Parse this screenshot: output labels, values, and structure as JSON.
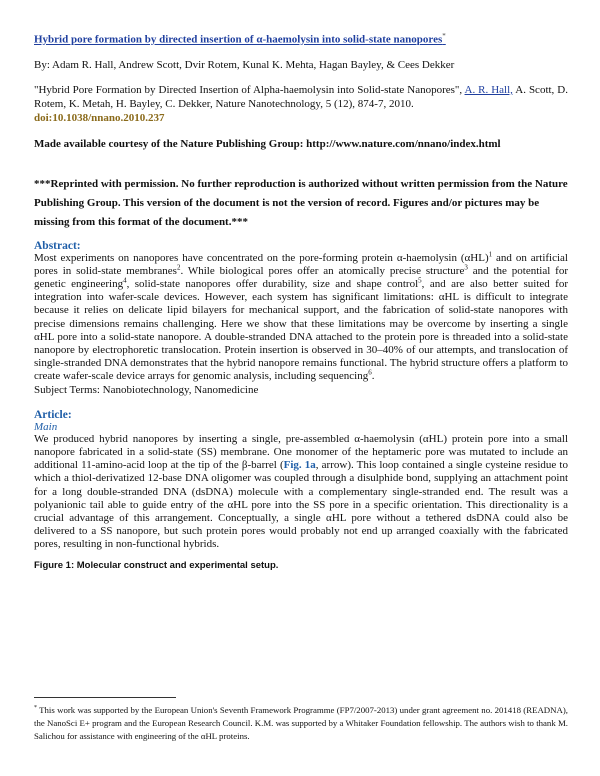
{
  "header": {
    "title": "Hybrid pore formation by directed insertion of α-haemolysin into solid-state nanopores",
    "title_mark": "*",
    "authors": "By: Adam R. Hall, Andrew Scott, Dvir Rotem, Kunal K. Mehta, Hagan Bayley, & Cees Dekker"
  },
  "citation": {
    "prefix": "\"Hybrid Pore Formation by Directed Insertion of Alpha-haemolysin into Solid-state Nanopores\", ",
    "link": "A. R. Hall,",
    "suffix": " A. Scott, D. Rotem, K. Metah, H. Bayley, C. Dekker, Nature Nanotechnology, 5 (12), 874-7, 2010.",
    "doi": "doi:10.1038/nnano.2010.237"
  },
  "courtesy": "Made available courtesy of the Nature Publishing Group: http://www.nature.com/nnano/index.html",
  "reprint": "***Reprinted with permission. No further reproduction is authorized without written permission from the Nature Publishing Group. This version of the document is not the version of record. Figures and/or pictures may be missing from this format of the document.***",
  "abstract": {
    "heading": "Abstract:",
    "t1": "Most experiments on nanopores have concentrated on the pore-forming protein α-haemolysin (αHL)",
    "s1": "1",
    "t2": " and on artificial pores in solid-state membranes",
    "s2": "2",
    "t3": ". While biological pores offer an atomically precise structure",
    "s3": "3",
    "t4": " and the potential for genetic engineering",
    "s4": "4",
    "t5": ", solid-state nanopores offer durability, size and shape control",
    "s5": "5",
    "t6": ", and are also better suited for integration into wafer-scale devices. However, each system has significant limitations: αHL is difficult to integrate because it relies on delicate lipid bilayers for mechanical support, and the fabrication of solid-state nanopores with precise dimensions remains challenging. Here we show that these limitations may be overcome by inserting a single αHL pore into a solid-state nanopore. A double-stranded DNA attached to the protein pore is threaded into a solid-state nanopore by electrophoretic translocation. Protein insertion is observed in 30–40% of our attempts, and translocation of single-stranded DNA demonstrates that the hybrid nanopore remains functional. The hybrid structure offers a platform to create wafer-scale device arrays for genomic analysis, including sequencing",
    "s6": "6",
    "t7": ".",
    "subject": "Subject Terms: Nanobiotechnology, Nanomedicine"
  },
  "article": {
    "heading": "Article:",
    "subheading": "Main",
    "p1": "We produced hybrid nanopores by inserting a single, pre-assembled α-haemolysin (αHL) protein pore into a small nanopore fabricated in a solid-state (SS) membrane. One monomer of the heptameric pore was mutated to include an additional 11-amino-acid loop at the tip of the β-barrel (",
    "figref": "Fig. 1a",
    "p2": ", arrow). This loop contained a single cysteine residue to which a thiol-derivatized 12-base DNA oligomer was coupled through a disulphide bond, supplying an attachment point for a long double-stranded DNA (dsDNA) molecule with a complementary single-stranded end. The result was a polyanionic tail able to guide entry of the αHL pore into the SS pore in a specific orientation. This directionality is a crucial advantage of this arrangement. Conceptually, a single αHL pore without a tethered dsDNA could also be delivered to a SS nanopore, but such protein pores would probably not end up arranged coaxially with the fabricated pores, resulting in non-functional hybrids.",
    "figure_caption": "Figure 1: Molecular construct and experimental setup."
  },
  "footnote": {
    "mark": "*",
    "text": " This work was supported by the European Union's Seventh Framework Programme (FP7/2007-2013) under grant agreement no. 201418 (READNA), the NanoSci E+ program and the European Research Council. K.M. was supported by a Whitaker Foundation fellowship. The authors wish to thank M. Salichou for assistance with engineering of the αHL proteins."
  }
}
